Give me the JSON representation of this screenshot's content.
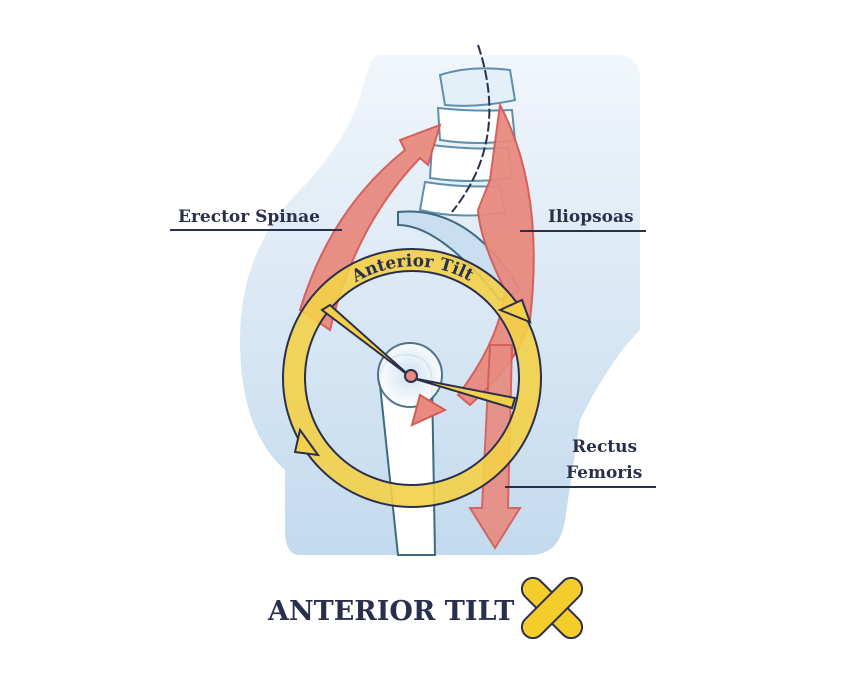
{
  "labels": {
    "erector_spinae": "Erector Spinae",
    "iliopsoas": "Iliopsoas",
    "rectus_femoris_line1": "Rectus",
    "rectus_femoris_line2": "Femoris",
    "rotation_arc": "Anterior Tilt"
  },
  "title": "ANTERIOR TILT",
  "status_icon": "x-mark-icon",
  "colors": {
    "muscle": "#e88a80",
    "muscle_stroke": "#d45a55",
    "ring": "#f3d048",
    "outline": "#2b2f4e",
    "body": "#cfe2f1",
    "bone_line": "#3e6a80"
  }
}
